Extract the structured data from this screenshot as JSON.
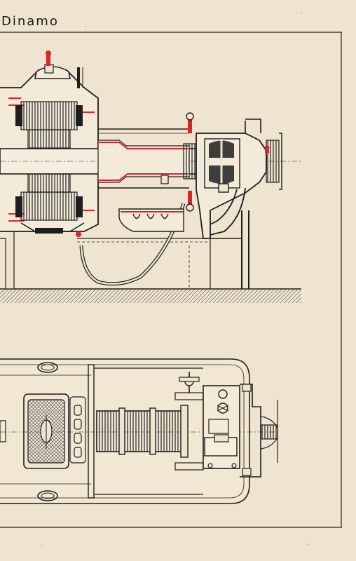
{
  "header": {
    "title": "Dinamo"
  },
  "colors": {
    "paper": "#efe4cf",
    "ink": "#1e1e1e",
    "red": "#d8262b",
    "hatch": "#3a3a3a"
  },
  "figures": [
    {
      "name": "sectional-elevation"
    },
    {
      "name": "plan-view"
    }
  ]
}
